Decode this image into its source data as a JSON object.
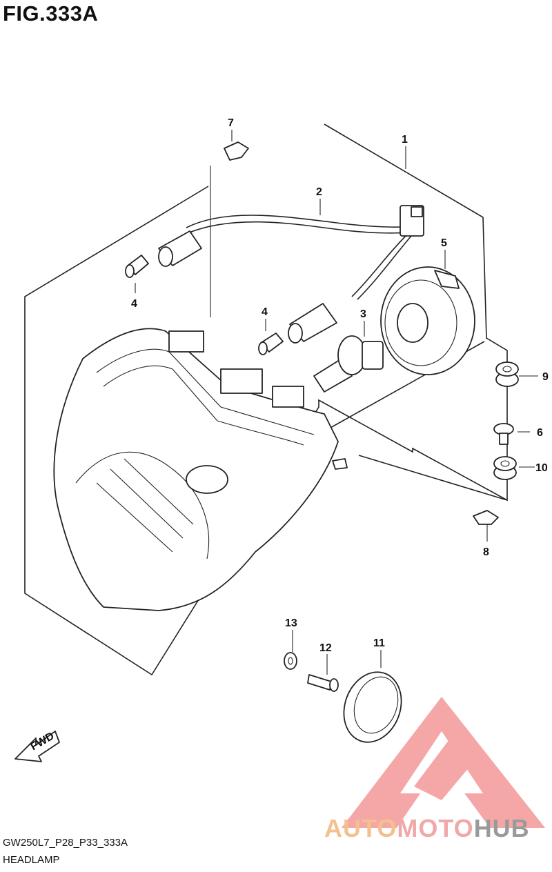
{
  "figure": {
    "title": "FIG.333A",
    "model_code": "GW250L7_P28_P33_333A",
    "caption": "HEADLAMP",
    "fwd_label": "FWD"
  },
  "callouts": [
    "1",
    "2",
    "3",
    "4",
    "4",
    "5",
    "6",
    "7",
    "8",
    "9",
    "10",
    "11",
    "12",
    "13"
  ],
  "watermark": {
    "part1": "AUTO",
    "part2": "MOTO",
    "part3": "HUB",
    "colors": {
      "auto": "#f4c08e",
      "moto": "#f0a8a8",
      "hub": "#9a9a9a",
      "logo": "#f28a8a"
    }
  }
}
